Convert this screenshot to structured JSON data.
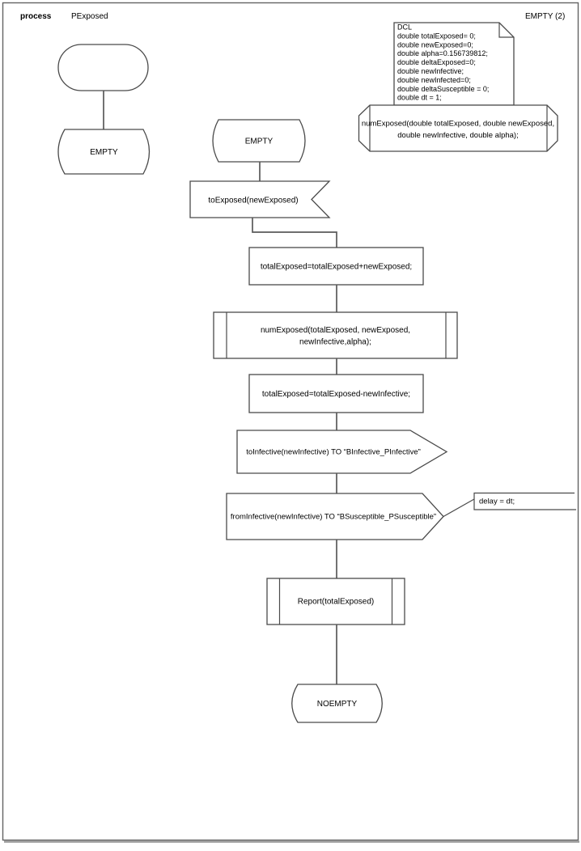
{
  "header": {
    "kind": "process",
    "name": "PExposed",
    "page": "EMPTY (2)"
  },
  "declarations": {
    "lines": [
      "DCL",
      "double totalExposed= 0;",
      "double newExposed=0;",
      "double alpha=0.156739812;",
      "double deltaExposed=0;",
      "double newInfective;",
      "double newInfected=0;",
      "double deltaSusceptible = 0;",
      "double dt = 1;"
    ]
  },
  "procedure_declaration": {
    "lines": [
      "numExposed(double totalExposed, double newExposed,",
      "double newInfective, double alpha);"
    ]
  },
  "left_branch": {
    "state": "EMPTY"
  },
  "main_branch": {
    "state": "EMPTY",
    "input_signal": "toExposed(newExposed)",
    "task_add": "totalExposed=totalExposed+newExposed;",
    "procedure_call": {
      "lines": [
        "numExposed(totalExposed, newExposed,",
        "newInfective,alpha);"
      ]
    },
    "task_subtract": "totalExposed=totalExposed-newInfective;",
    "output_to_infective": "toInfective(newInfective) TO “BInfective_PInfective”",
    "output_from_infective": "fromInfective(newInfective) TO “BSusceptible_PSusceptible”",
    "comment": "delay = dt;",
    "report_call": "Report(totalExposed)",
    "next_state": "NOEMPTY"
  }
}
